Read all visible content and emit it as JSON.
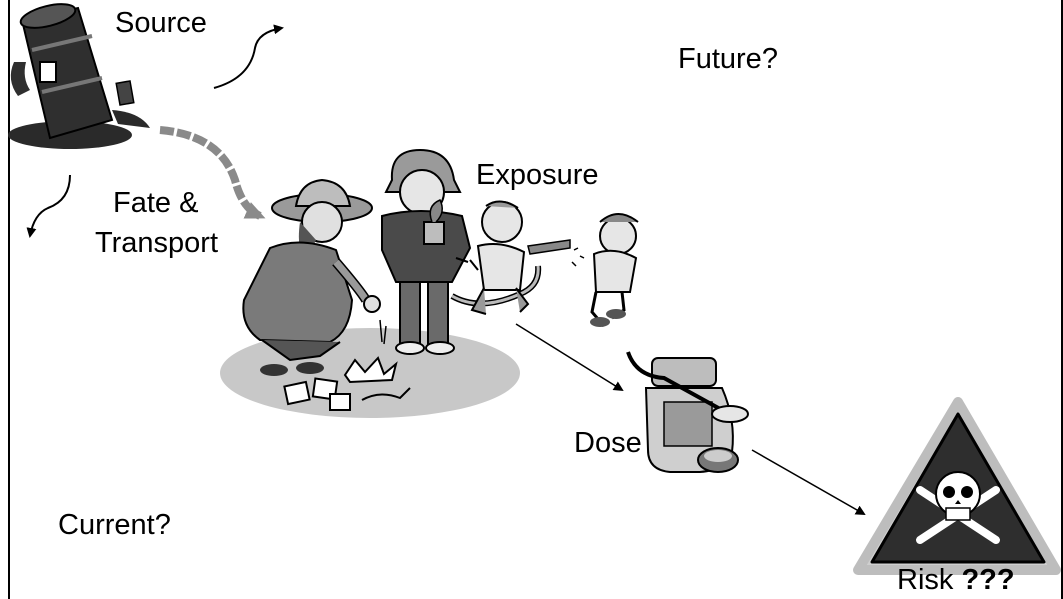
{
  "labels": {
    "source": "Source",
    "future": "Future?",
    "fate_line1": "Fate &",
    "fate_line2": "Transport",
    "exposure": "Exposure",
    "dose": "Dose",
    "current": "Current?",
    "risk_word": "Risk",
    "risk_marks": "???"
  },
  "colors": {
    "line": "#000000",
    "gray_arrow": "#8a8a8a",
    "ground": "#c8c8c8",
    "figure_dark": "#3a3a3a",
    "figure_mid": "#7a7a7a",
    "figure_light": "#bdbdbd",
    "warning_fill": "#2e2e2e"
  },
  "icons": [
    "barrel-icon",
    "gardener-woman-icon",
    "child-with-plant-icon",
    "children-hose-icon",
    "medicine-bottle-icon",
    "skull-warning-icon"
  ]
}
